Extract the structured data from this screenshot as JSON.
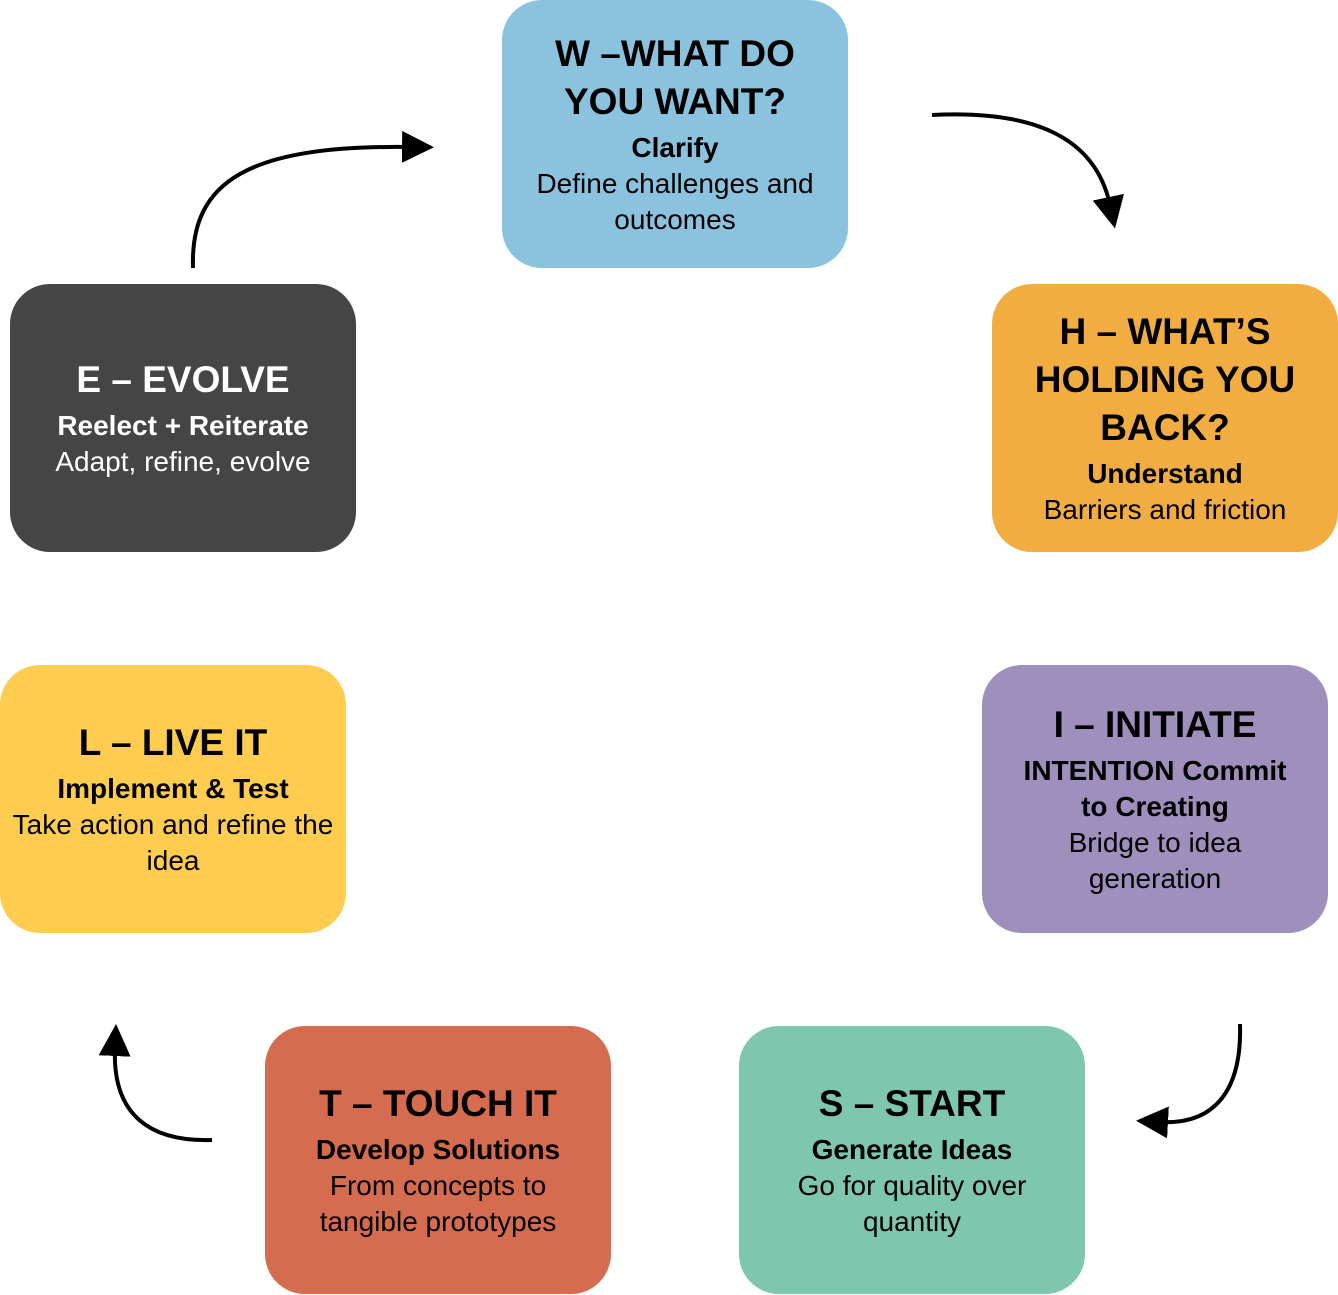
{
  "steps": [
    {
      "key": "w",
      "title": "W –WHAT DO YOU WANT?",
      "subtitle": "Clarify",
      "body": "Define challenges and outcomes",
      "color": "#8BC3DE"
    },
    {
      "key": "h",
      "title": "H – WHAT’S HOLDING YOU BACK?",
      "subtitle": "Understand",
      "body": "Barriers and friction",
      "color": "#F2AD42"
    },
    {
      "key": "i",
      "title": "I – INITIATE",
      "subtitle": "INTENTION Commit to Creating",
      "body": "Bridge to idea generation",
      "color": "#9E8FBC"
    },
    {
      "key": "s",
      "title": "S – START",
      "subtitle": "Generate Ideas",
      "body": "Go for quality over quantity",
      "color": "#7EC6AE"
    },
    {
      "key": "t",
      "title": "T – TOUCH IT",
      "subtitle": "Develop Solutions",
      "body": "From concepts to tangible prototypes",
      "color": "#D56B4F"
    },
    {
      "key": "l",
      "title": "L – LIVE IT",
      "subtitle": "Implement & Test",
      "body": "Take action and refine the idea",
      "color": "#FECC4F"
    },
    {
      "key": "e",
      "title": "E – EVOLVE",
      "subtitle": "Reelect + Reiterate",
      "body": "Adapt, refine, evolve",
      "color": "#454545"
    }
  ]
}
